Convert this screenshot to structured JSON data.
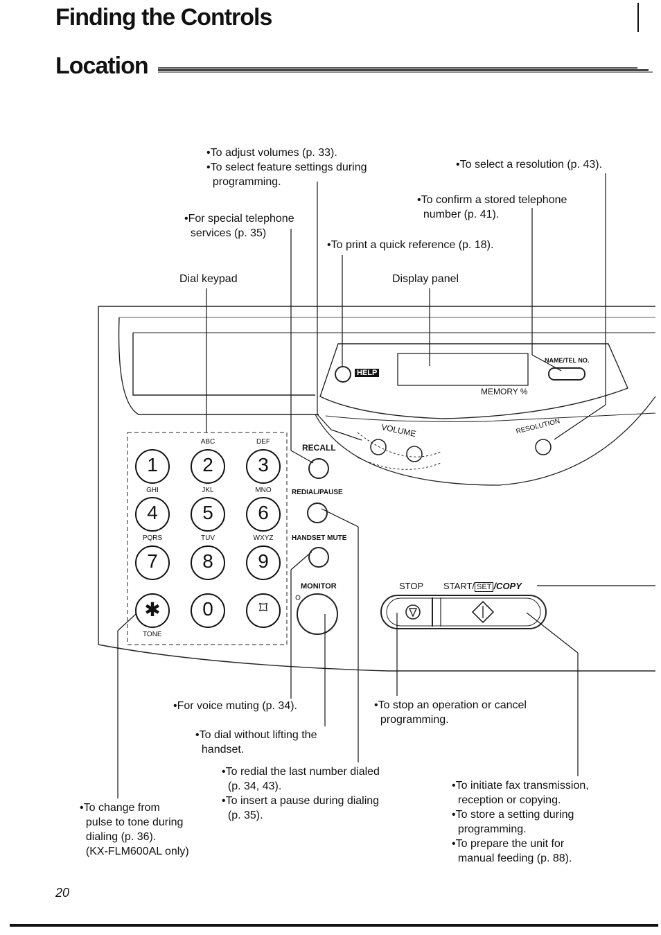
{
  "page": {
    "title": "Finding the Controls",
    "section": "Location",
    "page_number": "20"
  },
  "callouts": {
    "volume": "•To adjust volumes (p. 33).\n•To select feature settings during\n  programming.",
    "resolution": "•To select a resolution (p. 43).",
    "name_tel": "•To confirm a stored telephone\n  number (p. 41).",
    "recall": "•For special telephone\n  services (p. 35)",
    "help": "•To print a quick reference (p. 18).",
    "dial_keypad": "Dial keypad",
    "display_panel": "Display panel",
    "handset_mute": "•For voice muting (p. 34).",
    "monitor": "•To dial without lifting the\n  handset.",
    "redial": "•To redial the last number dialed\n  (p. 34, 43).\n•To insert a pause during dialing\n  (p. 35).",
    "tone": "•To change from\n  pulse to tone during\n  dialing (p. 36).\n  (KX-FLM600AL only)",
    "stop": "•To stop an operation or cancel\n  programming.",
    "start": "•To initiate fax transmission,\n  reception or copying.\n•To store a setting during\n  programming.\n•To prepare the unit for\n  manual feeding (p. 88)."
  },
  "device": {
    "help_label": "HELP",
    "name_tel_label": "NAME/TEL NO.",
    "memory_label": "MEMORY %",
    "volume_label": "VOLUME",
    "resolution_label": "RESOLUTION",
    "recall_label": "RECALL",
    "redial_label": "REDIAL/PAUSE",
    "mute_label": "HANDSET MUTE",
    "monitor_label": "MONITOR",
    "stop_label": "STOP",
    "start_label_a": "START/",
    "start_label_set": "SET",
    "start_label_b": "/COPY",
    "tone_label": "TONE",
    "keys": [
      {
        "digit": "1",
        "letters": ""
      },
      {
        "digit": "2",
        "letters": "ABC"
      },
      {
        "digit": "3",
        "letters": "DEF"
      },
      {
        "digit": "4",
        "letters": "GHI"
      },
      {
        "digit": "5",
        "letters": "JKL"
      },
      {
        "digit": "6",
        "letters": "MNO"
      },
      {
        "digit": "7",
        "letters": "PQRS"
      },
      {
        "digit": "8",
        "letters": "TUV"
      },
      {
        "digit": "9",
        "letters": "WXYZ"
      },
      {
        "digit": "✱",
        "letters": ""
      },
      {
        "digit": "0",
        "letters": ""
      },
      {
        "digit": "⌑",
        "letters": ""
      }
    ]
  }
}
